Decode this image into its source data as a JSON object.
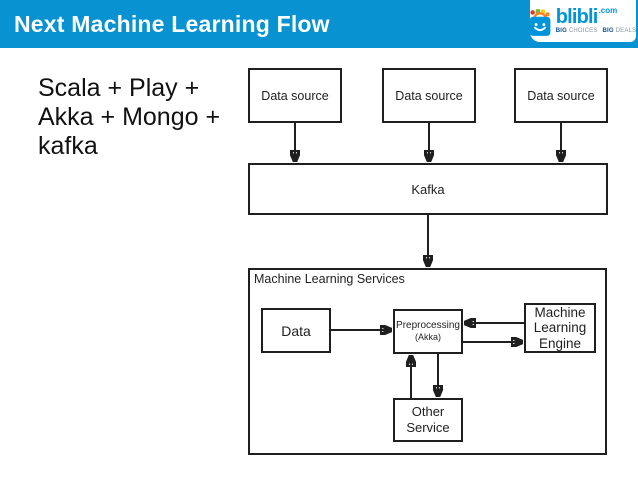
{
  "header": {
    "title": "Next Machine Learning Flow",
    "bar_color": "#0992D2",
    "logo": {
      "brand": "blibli",
      "tld": ".com",
      "brand_color": "#0095DA",
      "tagline": [
        "BIG",
        "CHOICES",
        "BIG",
        "DEALS"
      ]
    }
  },
  "note": {
    "lines": [
      "Scala + Play +",
      "Akka + Mongo +",
      "kafka"
    ]
  },
  "diagram": {
    "sources": [
      {
        "label": "Data source"
      },
      {
        "label": "Data source"
      },
      {
        "label": "Data source"
      }
    ],
    "kafka": "Kafka",
    "container_title": "Machine Learning Services",
    "data": "Data",
    "preprocessing": [
      "Preprocessing",
      "(Akka)"
    ],
    "ml_engine": [
      "Machine",
      "Learning",
      "Engine"
    ],
    "other_service": [
      "Other",
      "Service"
    ],
    "line_color": "#1F1F1F"
  }
}
